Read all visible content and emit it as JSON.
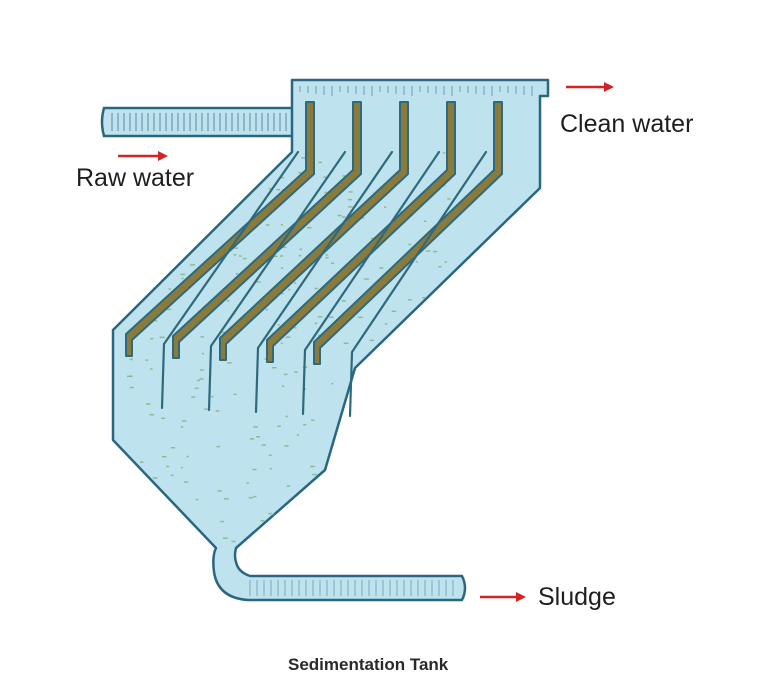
{
  "labels": {
    "raw_water": "Raw water",
    "clean_water": "Clean water",
    "sludge": "Sludge",
    "caption": "Sedimentation Tank"
  },
  "colors": {
    "water": "#bfe3ee",
    "outline": "#2b6680",
    "plate_fill": "#8a7a3c",
    "plate_edge": "#2e6a7c",
    "arrow": "#d32424",
    "particle": "#7fb07a"
  },
  "plates": {
    "count": 5
  }
}
